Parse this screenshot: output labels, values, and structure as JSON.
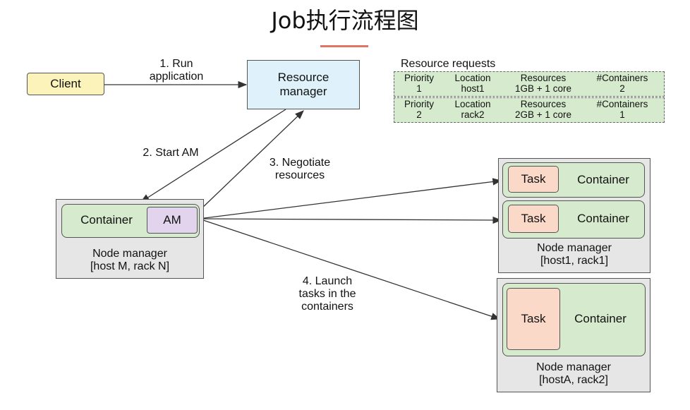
{
  "title": "Job执行流程图",
  "client": "Client",
  "resource_manager": "Resource\nmanager",
  "steps": {
    "run": "1. Run\napplication",
    "start_am": "2. Start AM",
    "negotiate": "3. Negotiate\nresources",
    "launch": "4. Launch\ntasks in the\ncontainers"
  },
  "resource_requests": {
    "heading": "Resource requests",
    "columns": [
      "Priority",
      "Location",
      "Resources",
      "#Containers"
    ],
    "rows": [
      [
        "1",
        "host1",
        "1GB + 1 core",
        "2"
      ],
      [
        "2",
        "rack2",
        "2GB + 1 core",
        "1"
      ]
    ]
  },
  "am_node": {
    "container": "Container",
    "am": "AM",
    "label": "Node manager\n[host M, rack N]"
  },
  "node1": {
    "task1": "Task",
    "container1": "Container",
    "task2": "Task",
    "container2": "Container",
    "label": "Node manager\n[host1, rack1]"
  },
  "node2": {
    "task": "Task",
    "container": "Container",
    "label": "Node manager\n[hostA, rack2]"
  },
  "colors": {
    "client": "#fbf3b9",
    "resource_manager": "#dff2fb",
    "container": "#d6ebcd",
    "task": "#fbd9c9",
    "am": "#e3d4ee",
    "node": "#e6e6e6",
    "title_rule": "#e07565"
  }
}
